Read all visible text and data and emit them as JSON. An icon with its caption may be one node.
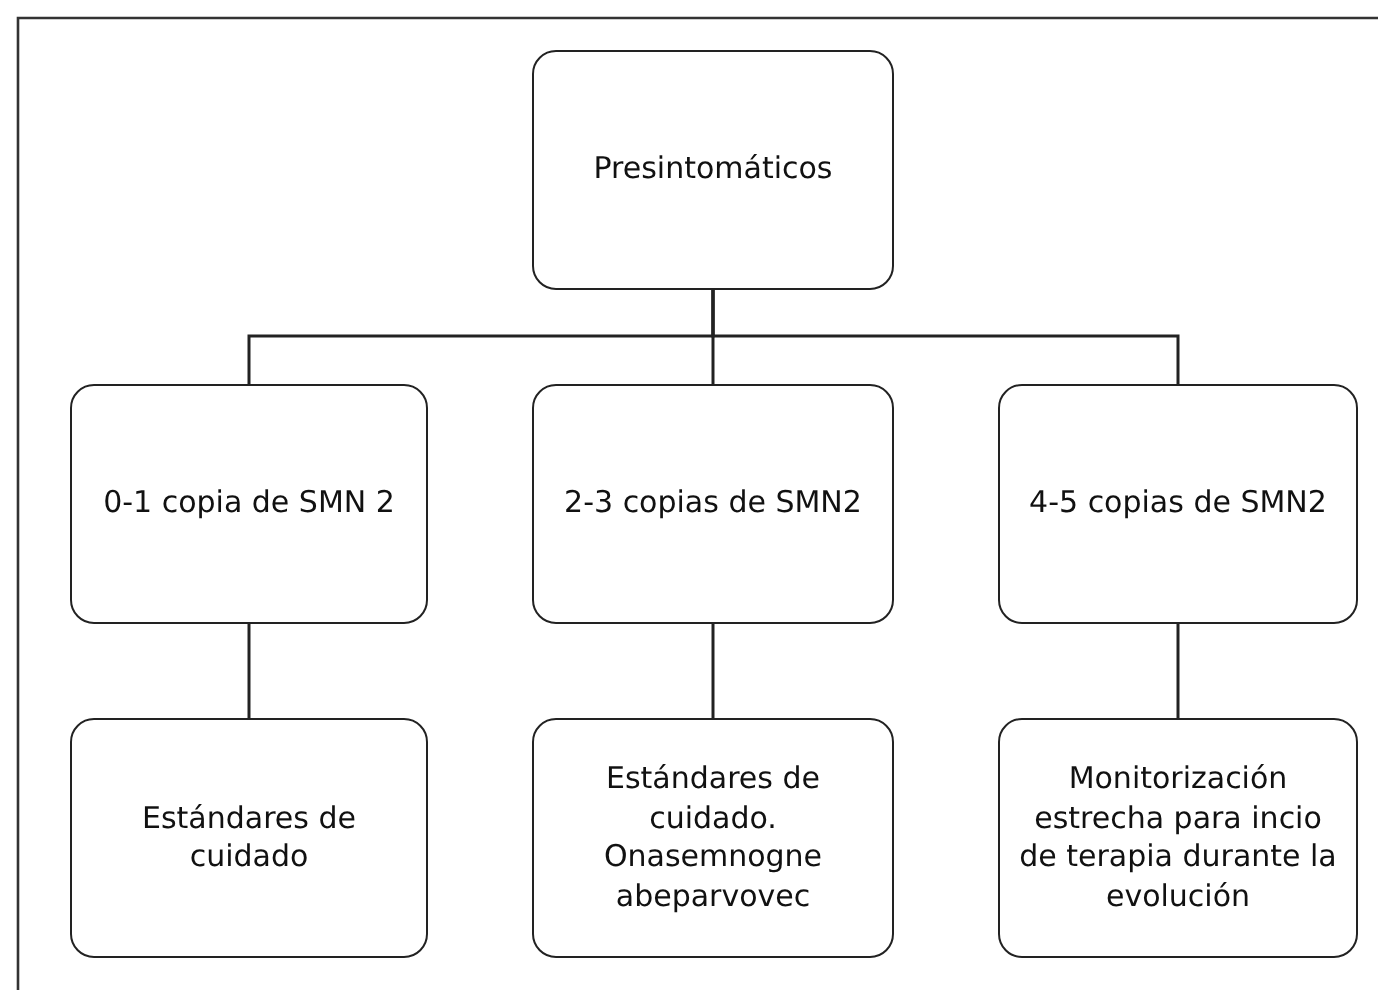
{
  "diagram": {
    "nodes": [
      {
        "text": [
          "Presintomáticos"
        ]
      },
      {
        "text": [
          "0-1 copia de SMN 2"
        ]
      },
      {
        "text": [
          "2-3 copias de SMN2"
        ]
      },
      {
        "text": [
          "4-5 copias de SMN2"
        ]
      },
      {
        "text": [
          "Estándares de cuidado"
        ]
      },
      {
        "text": [
          "Estándares de cuidado. Onasemnogne abeparvovec"
        ]
      },
      {
        "text": [
          "Monitorización estrecha para incio de terapia durante la evolución"
        ]
      }
    ],
    "edges": [
      {
        "from": 0,
        "to": 1,
        "arrow": "none"
      },
      {
        "from": 0,
        "to": 2,
        "arrow": "none"
      },
      {
        "from": 0,
        "to": 3,
        "arrow": "none"
      },
      {
        "from": 1,
        "to": 4,
        "arrow": "none"
      },
      {
        "from": 2,
        "to": 5,
        "arrow": "none"
      },
      {
        "from": 3,
        "to": 6,
        "arrow": "none"
      }
    ]
  }
}
